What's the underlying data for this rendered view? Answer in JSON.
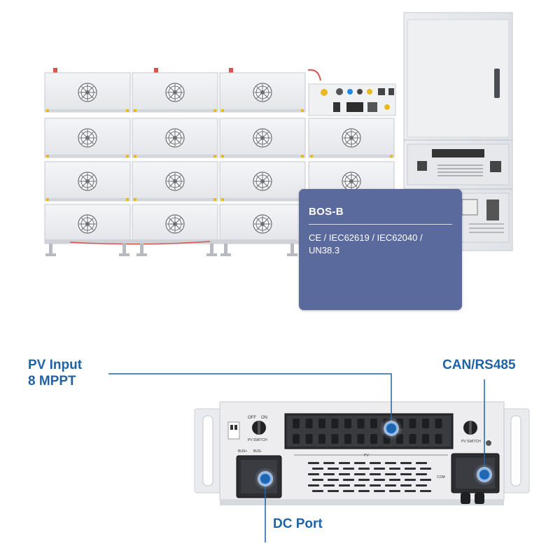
{
  "spec_card": {
    "title": "BOS-B",
    "certifications": "CE / IEC62619 / IEC62040 / UN38.3"
  },
  "callouts": {
    "pv_input_line1": "PV Input",
    "pv_input_line2": "8 MPPT",
    "can_rs485": "CAN/RS485",
    "dc_port": "DC Port"
  },
  "colors": {
    "accent_blue": "#1f63a6",
    "card_bg": "#5b6a9c",
    "marker_blue": "#1f66b0"
  },
  "panel_labels": {
    "off": "OFF",
    "on": "ON",
    "pv_switch": "PV SWITCH",
    "bus_plus": "BUS+",
    "bus_minus": "BUS-",
    "pv": "PV",
    "com": "COM"
  }
}
